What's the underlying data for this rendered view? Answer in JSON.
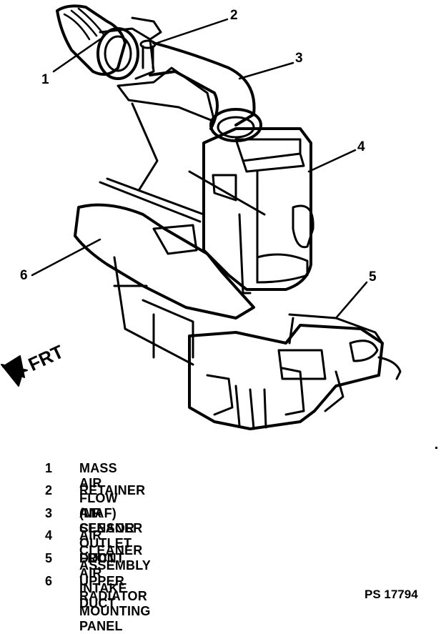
{
  "callouts": {
    "c1": "1",
    "c2": "2",
    "c3": "3",
    "c4": "4",
    "c5": "5",
    "c6": "6"
  },
  "front_label": "FRT",
  "legend": [
    {
      "num": "1",
      "text": "MASS AIR FLOW (MAF) SENSOR"
    },
    {
      "num": "2",
      "text": "RETAINER"
    },
    {
      "num": "3",
      "text": "AIR CLEANER OUTLET DUCT"
    },
    {
      "num": "4",
      "text": "AIR CLEANER ASSEMBLY"
    },
    {
      "num": "5",
      "text": "FRONT AIR INTAKE DUCT"
    },
    {
      "num": "6",
      "text": "UPPER RADIATOR MOUNTING PANEL"
    }
  ],
  "figure_code": "PS 17794",
  "icons": {
    "front_arrow": "front-arrow-icon"
  }
}
